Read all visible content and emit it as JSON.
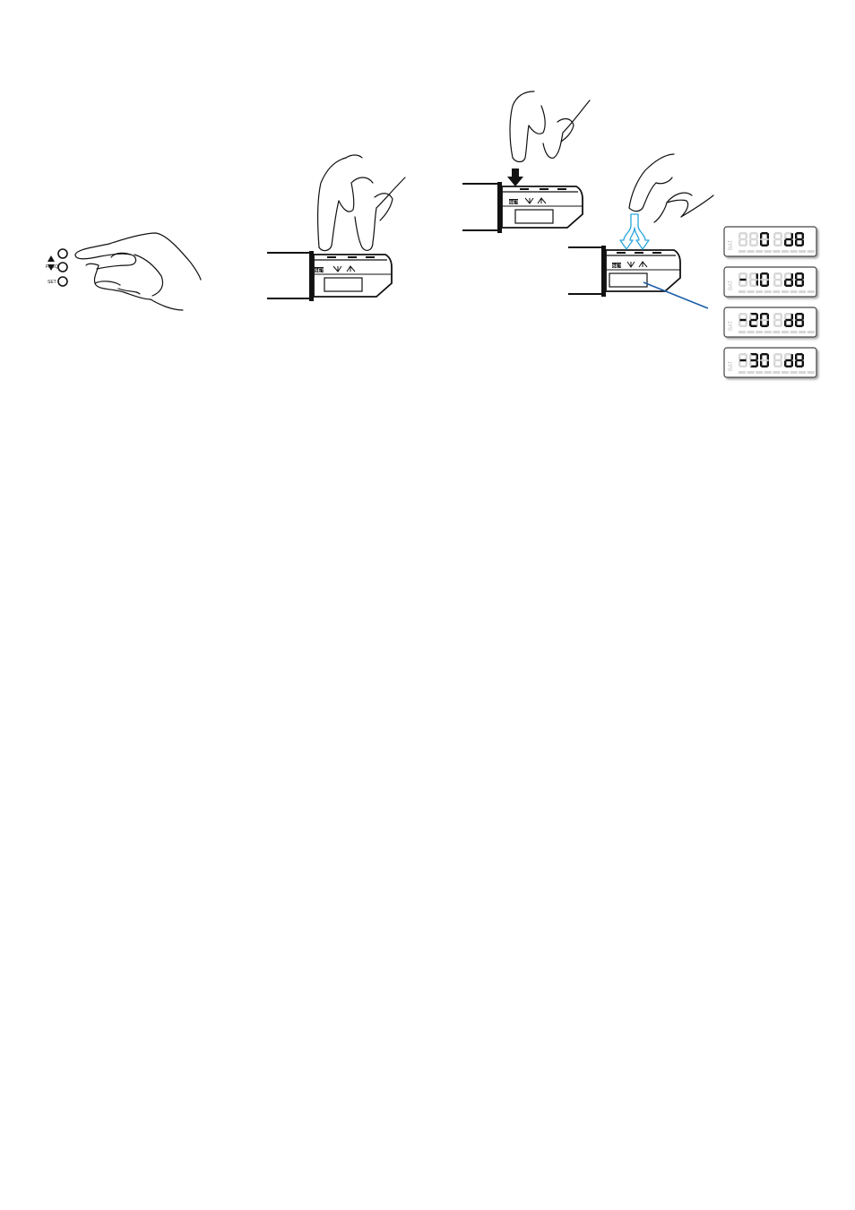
{
  "panel1": {
    "freq_label": "FREQ",
    "set_label": "SET"
  },
  "device": {
    "set_label": "SET"
  },
  "displays": {
    "bat_label": "BAT",
    "items": [
      {
        "value": "0",
        "unit": "dB"
      },
      {
        "value": "-10",
        "unit": "dB"
      },
      {
        "value": "-20",
        "unit": "dB"
      },
      {
        "value": "-30",
        "unit": "dB"
      }
    ]
  },
  "colors": {
    "ink": "#111111",
    "highlight": "#2aa6de",
    "leader_line": "#1d5fa8",
    "lcd_dim": "#d7d7d7"
  }
}
